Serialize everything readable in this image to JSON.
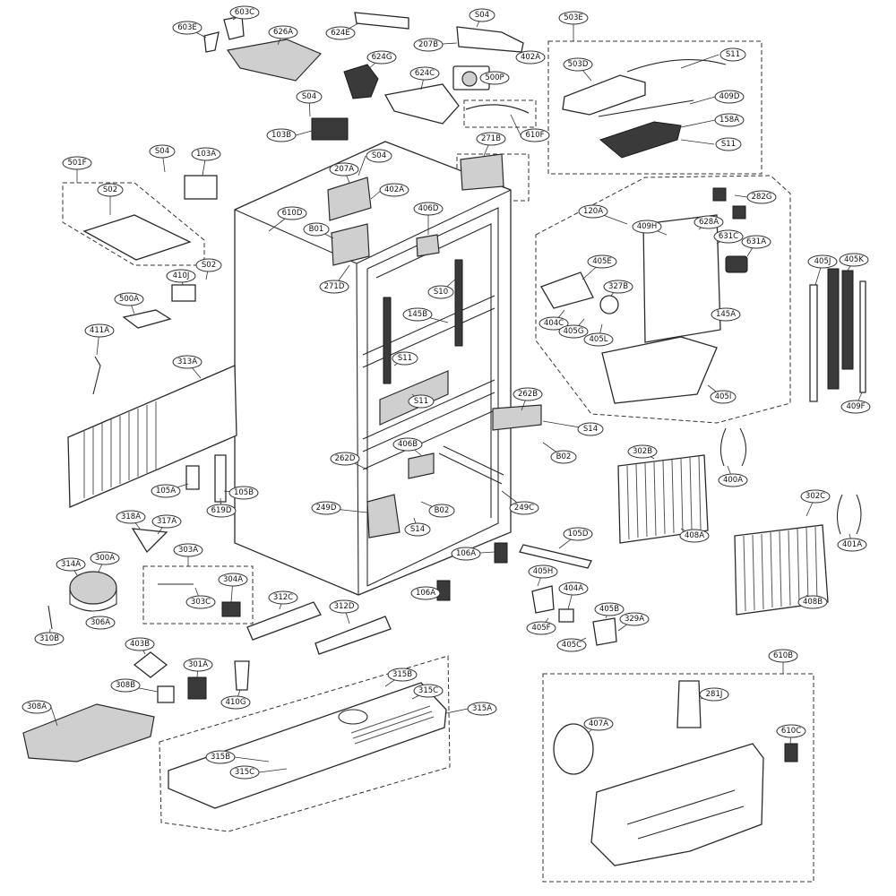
{
  "diagram": {
    "callouts": [
      "603E",
      "603C",
      "626A",
      "624E",
      "S04",
      "207B",
      "402A",
      "503E",
      "624G",
      "624C",
      "500P",
      "S11",
      "503D",
      "409D",
      "S04",
      "158A",
      "610F",
      "S11",
      "103B",
      "271B",
      "S04",
      "501F",
      "S04",
      "103A",
      "207A",
      "402A",
      "S02",
      "610D",
      "406D",
      "B01",
      "120A",
      "282G",
      "409H",
      "628A",
      "631C",
      "631A",
      "271D",
      "410J",
      "S02",
      "405E",
      "327B",
      "405J",
      "405K",
      "S10",
      "145B",
      "500A",
      "404C",
      "405G",
      "405L",
      "145A",
      "411A",
      "S11",
      "313A",
      "S11",
      "405I",
      "409F",
      "262B",
      "S14",
      "406B",
      "B02",
      "302B",
      "262D",
      "400A",
      "105A",
      "105B",
      "249C",
      "249D",
      "619D",
      "B02",
      "302C",
      "318A",
      "317A",
      "S14",
      "105D",
      "106A",
      "408A",
      "401A",
      "303A",
      "300A",
      "314A",
      "405H",
      "304A",
      "404A",
      "303C",
      "106A",
      "312C",
      "312D",
      "405B",
      "408B",
      "329A",
      "405F",
      "306A",
      "310B",
      "405C",
      "610B",
      "403B",
      "301A",
      "315B",
      "308B",
      "315C",
      "281J",
      "407A",
      "410G",
      "610C",
      "308A",
      "315A",
      "315B",
      "315C"
    ]
  }
}
